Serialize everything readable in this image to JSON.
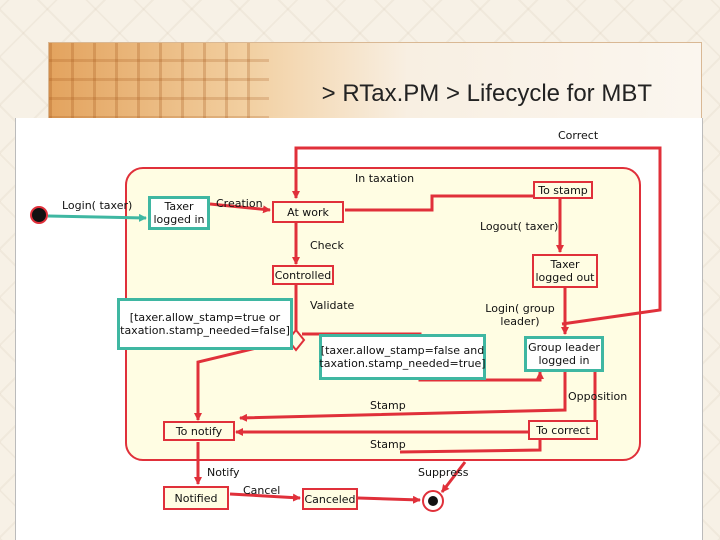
{
  "header": {
    "title": "> RTax.PM > Lifecycle for MBT"
  },
  "diagram": {
    "region_label": "In taxation",
    "states": {
      "taxer_logged_in": "Taxer logged in",
      "at_work": "At work",
      "controlled": "Controlled",
      "taxer_logged_out": "Taxer logged out",
      "group_leader_logged_in": "Group leader logged in",
      "to_notify": "To notify",
      "notified": "Notified",
      "canceled": "Canceled"
    },
    "transitions": {
      "login_taxer": "Login( taxer)",
      "creation": "Creation",
      "correct": "Correct",
      "to_stamp": "To stamp",
      "logout_taxer": "Logout( taxer)",
      "check": "Check",
      "validate": "Validate",
      "login_group_leader": "Login( group leader)",
      "stamp_upper": "Stamp",
      "opposition": "Opposition",
      "to_correct": "To correct",
      "stamp_lower": "Stamp",
      "notify": "Notify",
      "suppress": "Suppress",
      "cancel": "Cancel"
    },
    "guards": {
      "guard_true": "[taxer.allow_stamp=true or taxation.stamp_needed=false]",
      "guard_false": "[taxer.allow_stamp=false and taxation.stamp_needed=true]"
    },
    "colors": {
      "state_border": "#e0303a",
      "state_fill": "#fffde3",
      "guard_border": "#3fb7a2",
      "arrow": "#e0303a"
    }
  }
}
